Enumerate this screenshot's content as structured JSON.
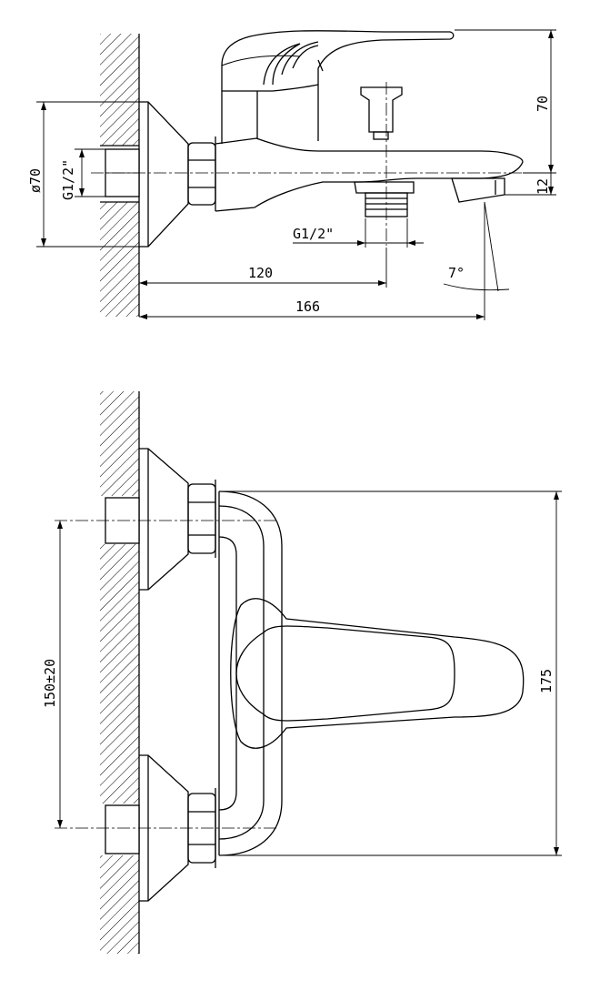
{
  "side_view": {
    "dim_diameter": "ø70",
    "dim_inlet_thread": "G1/2\"",
    "dim_outlet_thread": "G1/2\"",
    "dim_height": "70",
    "dim_spout_drop": "12",
    "dim_outlet_distance": "120",
    "dim_total_depth": "166",
    "dim_angle": "7°"
  },
  "top_view": {
    "dim_center_distance": "150±20",
    "dim_width": "175"
  },
  "colors": {
    "line": "#000000",
    "background": "#ffffff"
  }
}
